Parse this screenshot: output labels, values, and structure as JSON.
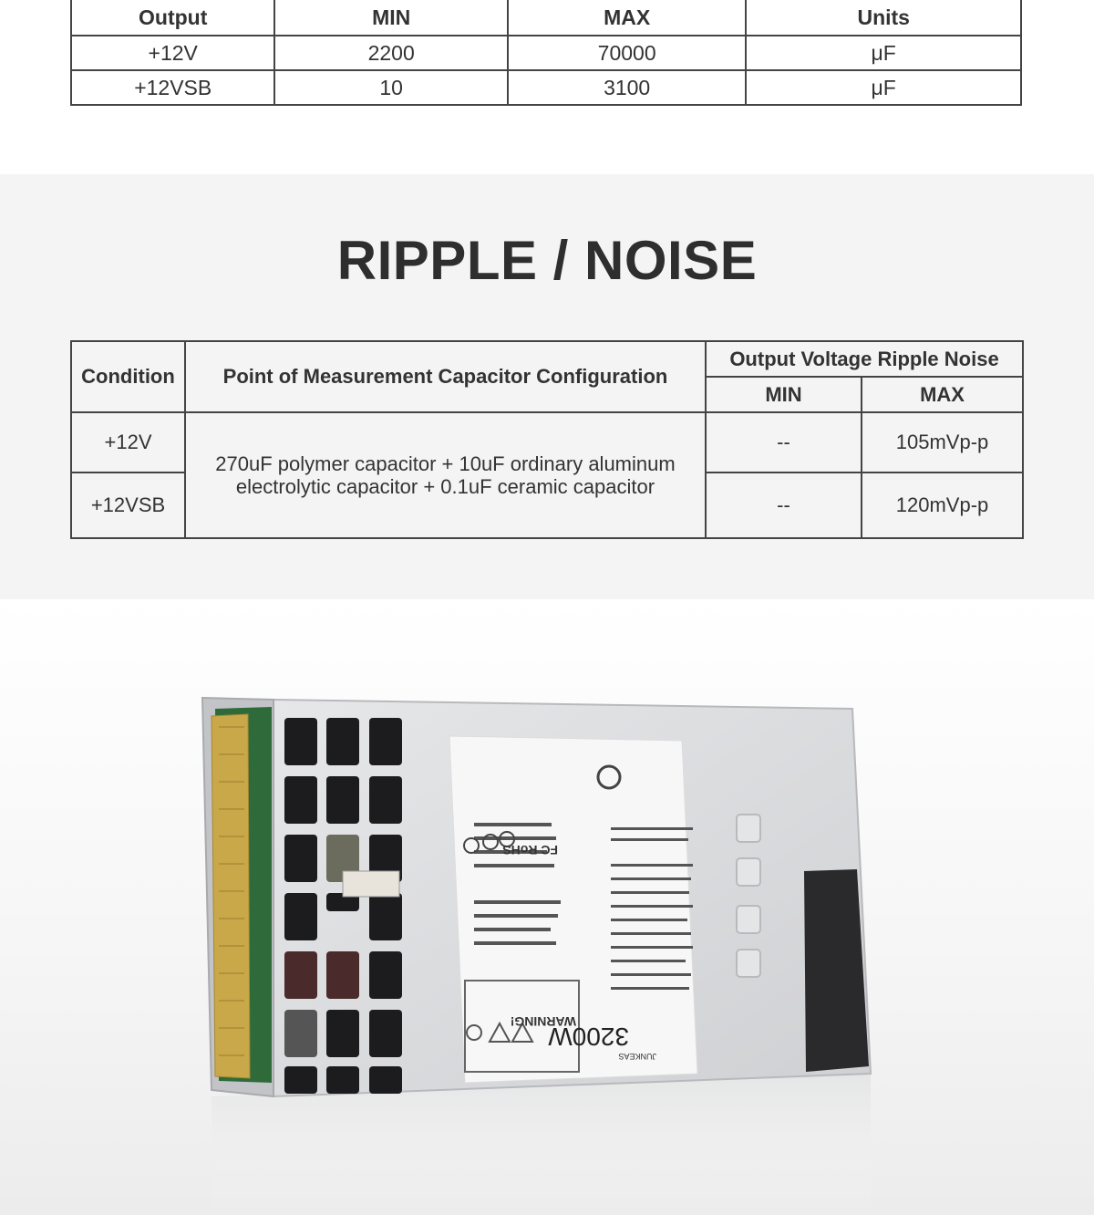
{
  "capacitive_load_table": {
    "headers": [
      "Output",
      "MIN",
      "MAX",
      "Units"
    ],
    "rows": [
      [
        "+12V",
        "2200",
        "70000",
        "μF"
      ],
      [
        "+12VSB",
        "10",
        "3100",
        "μF"
      ]
    ]
  },
  "ripple_section": {
    "title": "RIPPLE / NOISE",
    "headers": {
      "condition": "Condition",
      "measurement": "Point of Measurement Capacitor Configuration",
      "ripple_group": "Output Voltage Ripple Noise",
      "min": "MIN",
      "max": "MAX"
    },
    "rows": [
      {
        "condition": "+12V",
        "min": "--",
        "max": "105mVp-p"
      },
      {
        "condition": "+12VSB",
        "min": "--",
        "max": "120mVp-p"
      }
    ],
    "configuration": "270uF polymer capacitor + 10uF ordinary aluminum electrolytic capacitor + 0.1uF ceramic capacitor"
  },
  "product": {
    "label_model": "3200W",
    "label_brand": "JUNKEAS",
    "label_warning": "WARNING!",
    "label_compliance": "FC RoHS",
    "colors": {
      "chassis": "#d9dadc",
      "label": "#f7f7f7",
      "pcb": "#2f6b3a",
      "connector": "#c9a84a"
    }
  }
}
